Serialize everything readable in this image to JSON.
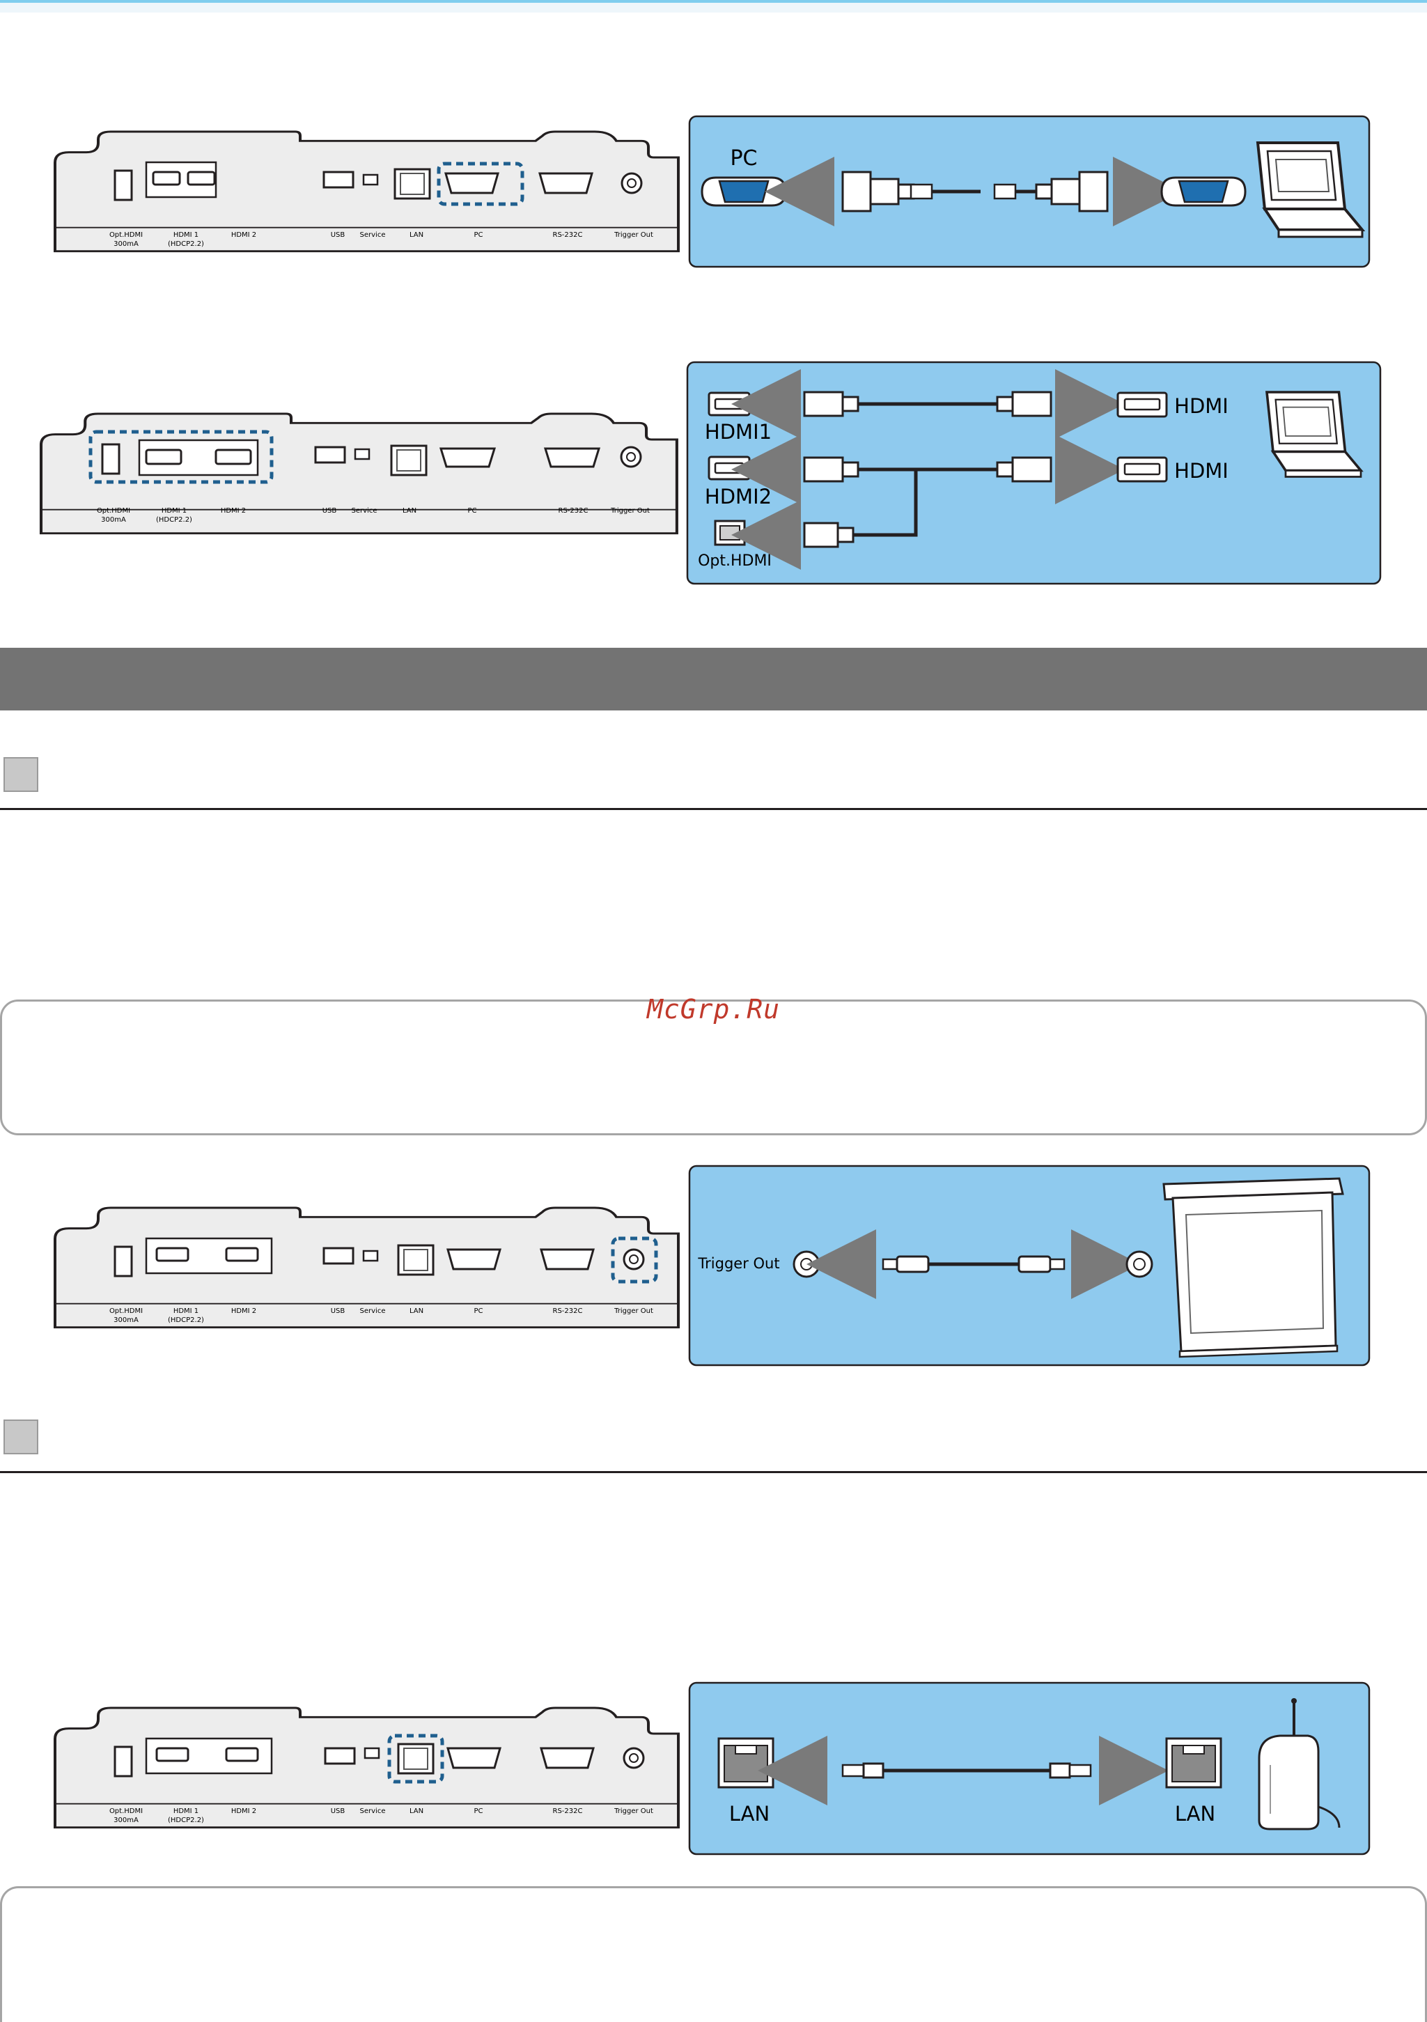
{
  "panel_labels": {
    "opt_hdmi": "Opt.HDMI",
    "opt_hdmi_current": "300mA",
    "hdmi1": "HDMI 1",
    "hdmi1_hdcp": "(HDCP2.2)",
    "hdmi2": "HDMI 2",
    "usb": "USB",
    "service": "Service",
    "lan": "LAN",
    "pc": "PC",
    "rs232c": "RS-232C",
    "trigger_out": "Trigger Out"
  },
  "diagrams": {
    "pc": {
      "port_label": "PC"
    },
    "hdmi": {
      "hdmi1": "HDMI1",
      "hdmi2": "HDMI2",
      "opt_hdmi": "Opt.HDMI",
      "device_label_1": "HDMI",
      "device_label_2": "HDMI"
    },
    "trigger": {
      "label": "Trigger Out"
    },
    "lan": {
      "label_left": "LAN",
      "label_right": "LAN"
    }
  },
  "watermark": "McGrp.Ru",
  "colors": {
    "diagram_bg": "#8fcaee",
    "highlight": "#1f5f8e",
    "section_band": "#737373",
    "watermark": "#c0392b"
  }
}
